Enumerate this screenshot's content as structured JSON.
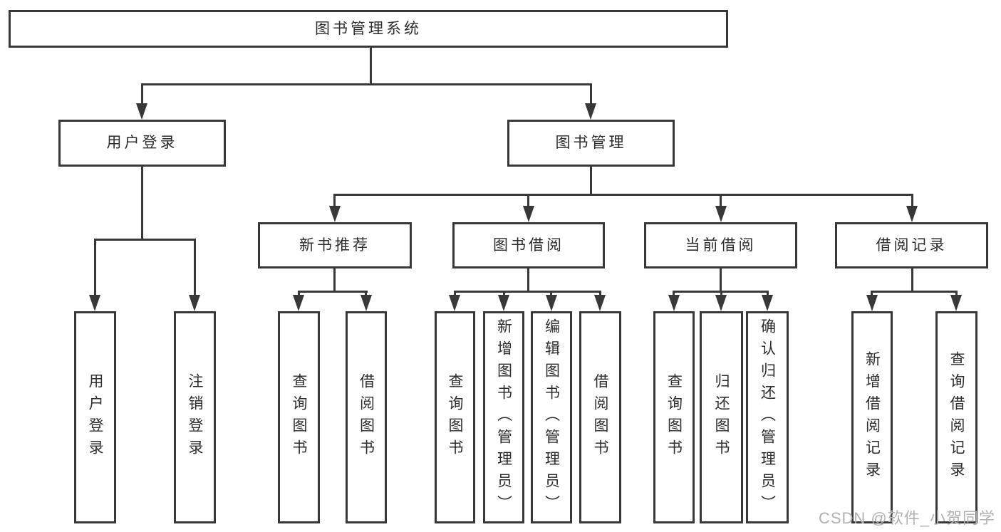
{
  "tree": {
    "root": "图书管理系统",
    "branches": [
      {
        "label": "用户登录",
        "children": [
          "用户登录",
          "注销登录"
        ]
      },
      {
        "label": "图书管理",
        "children": [
          {
            "label": "新书推荐",
            "children": [
              "查询图书",
              "借阅图书"
            ]
          },
          {
            "label": "图书借阅",
            "children": [
              "查询图书",
              "新增图书（管理员）",
              "编辑图书（管理员）",
              "借阅图书"
            ]
          },
          {
            "label": "当前借阅",
            "children": [
              "查询图书",
              "归还图书",
              "确认归还（管理员）"
            ]
          },
          {
            "label": "借阅记录",
            "children": [
              "新增借阅记录",
              "查询借阅记录"
            ]
          }
        ]
      }
    ]
  },
  "watermark": {
    "text": "CSDN @软件_小贺同学"
  },
  "colors": {
    "line": "#383838",
    "text": "#2d2d2d",
    "watermark": "#b3b0b0",
    "background": "#ffffff"
  }
}
